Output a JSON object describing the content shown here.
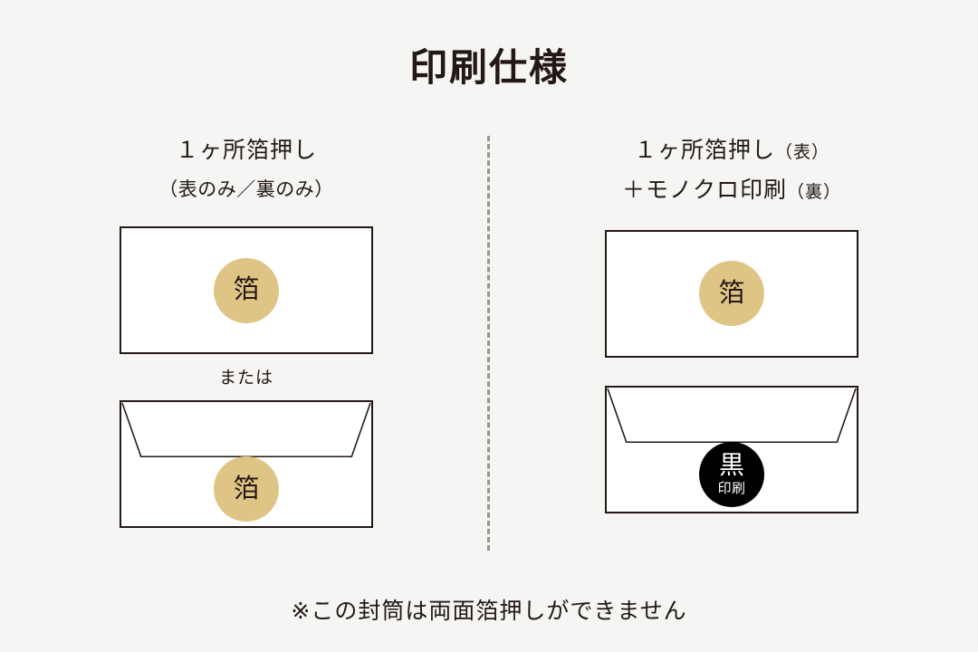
{
  "page": {
    "title": "印刷仕様",
    "background_color": "#F5F5F4",
    "text_color": "#231815",
    "gold_color": "#DFC585",
    "black_color": "#000000",
    "divider_color": "#9A9490"
  },
  "columns": [
    {
      "id": "left",
      "heading": "１ヶ所箔押し",
      "subtitle": "（表のみ／裏のみ）",
      "or_label": "または",
      "envelopes": [
        {
          "type": "front",
          "stamp": {
            "style": "gold",
            "main": "箔",
            "sub": ""
          }
        },
        {
          "type": "back",
          "stamp": {
            "style": "gold",
            "main": "箔",
            "sub": ""
          }
        }
      ]
    },
    {
      "id": "right",
      "heading": "１ヶ所箔押し",
      "heading_paren": "（表）",
      "heading_line2": "＋モノクロ印刷",
      "heading_line2_paren": "（裏）",
      "envelopes": [
        {
          "type": "front",
          "stamp": {
            "style": "gold",
            "main": "箔",
            "sub": ""
          }
        },
        {
          "type": "back",
          "stamp": {
            "style": "black",
            "main": "黒",
            "sub": "印刷"
          }
        }
      ]
    }
  ],
  "footnote": "※この封筒は両面箔押しができません"
}
